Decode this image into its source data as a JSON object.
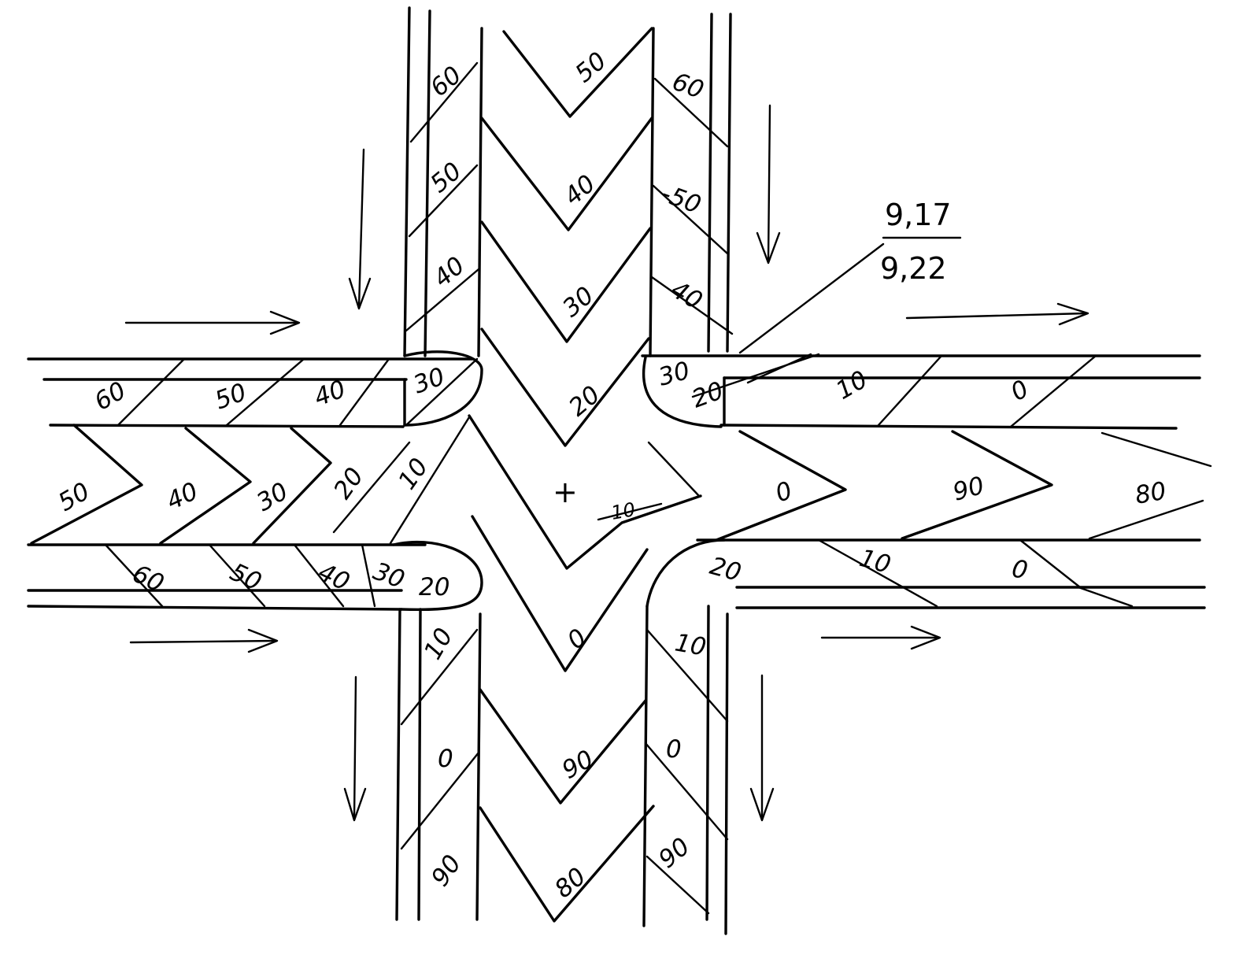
{
  "ink_color": "#000000",
  "paper_color": "#ffffff",
  "elevation_note": {
    "top": "9,17",
    "bottom": "9,22"
  },
  "north_arm": {
    "center": [
      "50",
      "40",
      "30",
      "20"
    ],
    "left_sidewalk": [
      "60",
      "50",
      "40"
    ],
    "right_sidewalk": [
      "60",
      "-50",
      "40"
    ]
  },
  "south_arm": {
    "center": [
      "0",
      "90",
      "80"
    ],
    "left_sidewalk": [
      "10",
      "0",
      "90"
    ],
    "right_sidewalk": [
      "10",
      "0",
      "90"
    ]
  },
  "west_arm": {
    "center": [
      "50",
      "40",
      "30",
      "20",
      "10"
    ],
    "upper_sidewalk": [
      "60",
      "50",
      "40",
      "30"
    ],
    "lower_sidewalk": [
      "60",
      "50",
      "40",
      "30",
      "20"
    ]
  },
  "east_arm": {
    "center": [
      "0",
      "90",
      "80"
    ],
    "upper_sidewalk": [
      "30",
      "20",
      "10",
      "0"
    ],
    "lower_sidewalk": [
      "20",
      "10",
      "0"
    ]
  },
  "intersection_center": {
    "symbol": "+",
    "label": "10"
  },
  "flow_arrows": [
    "west-upper-east",
    "west-lower-east",
    "east-upper-east",
    "east-lower-east",
    "north-left-south",
    "north-right-south",
    "south-left-south",
    "south-right-south"
  ]
}
